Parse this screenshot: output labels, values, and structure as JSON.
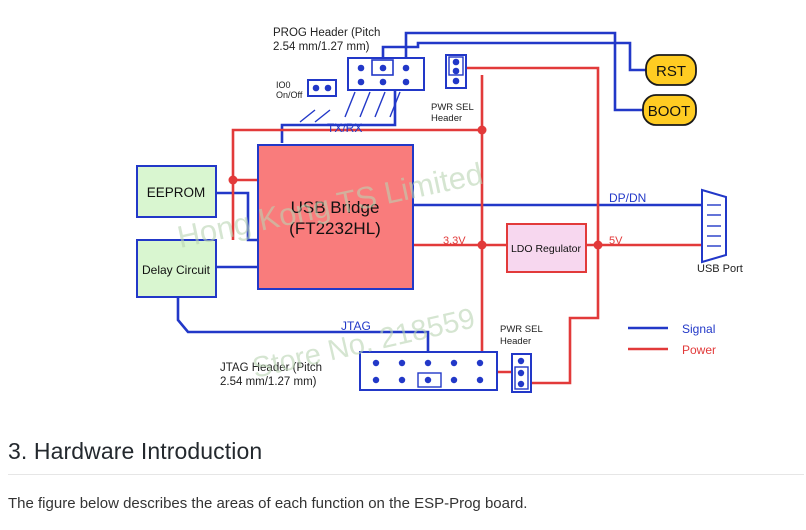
{
  "diagram": {
    "prog_header_label": [
      "PROG Header (Pitch",
      "2.54 mm/1.27 mm)"
    ],
    "io0_label": [
      "IO0",
      "On/Off"
    ],
    "pwr_sel_label": [
      "PWR SEL",
      "Header"
    ],
    "rst_label": "RST",
    "boot_label": "BOOT",
    "txrx_label": "TX/RX",
    "eeprom_label": "EEPROM",
    "usb_bridge_label": [
      "USB Bridge",
      "(FT2232HL)"
    ],
    "dpdn_label": "DP/DN",
    "v33_label": "3.3V",
    "ldo_label": "LDO Regulator",
    "v5_label": "5V",
    "usb_port_label": "USB Port",
    "delay_circuit_label": "Delay Circuit",
    "jtag_label": "JTAG",
    "jtag_header_label": [
      "JTAG Header (Pitch",
      "2.54 mm/1.27 mm)"
    ],
    "pwr_sel2_label": [
      "PWR SEL",
      "Header"
    ],
    "legend": [
      {
        "label": "Signal",
        "color": "#2238c8"
      },
      {
        "label": "Power",
        "color": "#e23a3a"
      }
    ],
    "watermarks": [
      "Hong Kong TS Limited",
      "Store No. 218559"
    ]
  },
  "section": {
    "title": "3. Hardware Introduction",
    "text": "The figure below describes the areas of each function on the ESP-Prog board."
  }
}
